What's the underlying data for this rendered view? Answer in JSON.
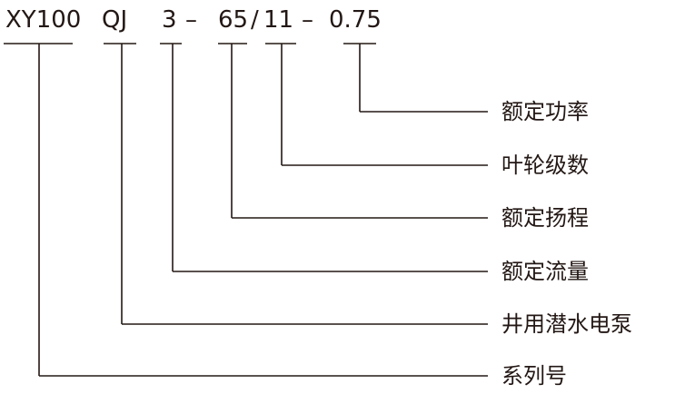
{
  "code_parts": {
    "series": "XY100",
    "pump_type": "QJ",
    "flow": "3",
    "dash1": "–",
    "head": "65",
    "slash": "/",
    "stages": "11",
    "dash2": "–",
    "power": "0.75"
  },
  "legend": {
    "power": "额定功率",
    "stages": "叶轮级数",
    "head": "额定扬程",
    "flow": "额定流量",
    "pump_type": "井用潜水电泵",
    "series": "系列号"
  },
  "colors": {
    "ink": "#231815"
  }
}
